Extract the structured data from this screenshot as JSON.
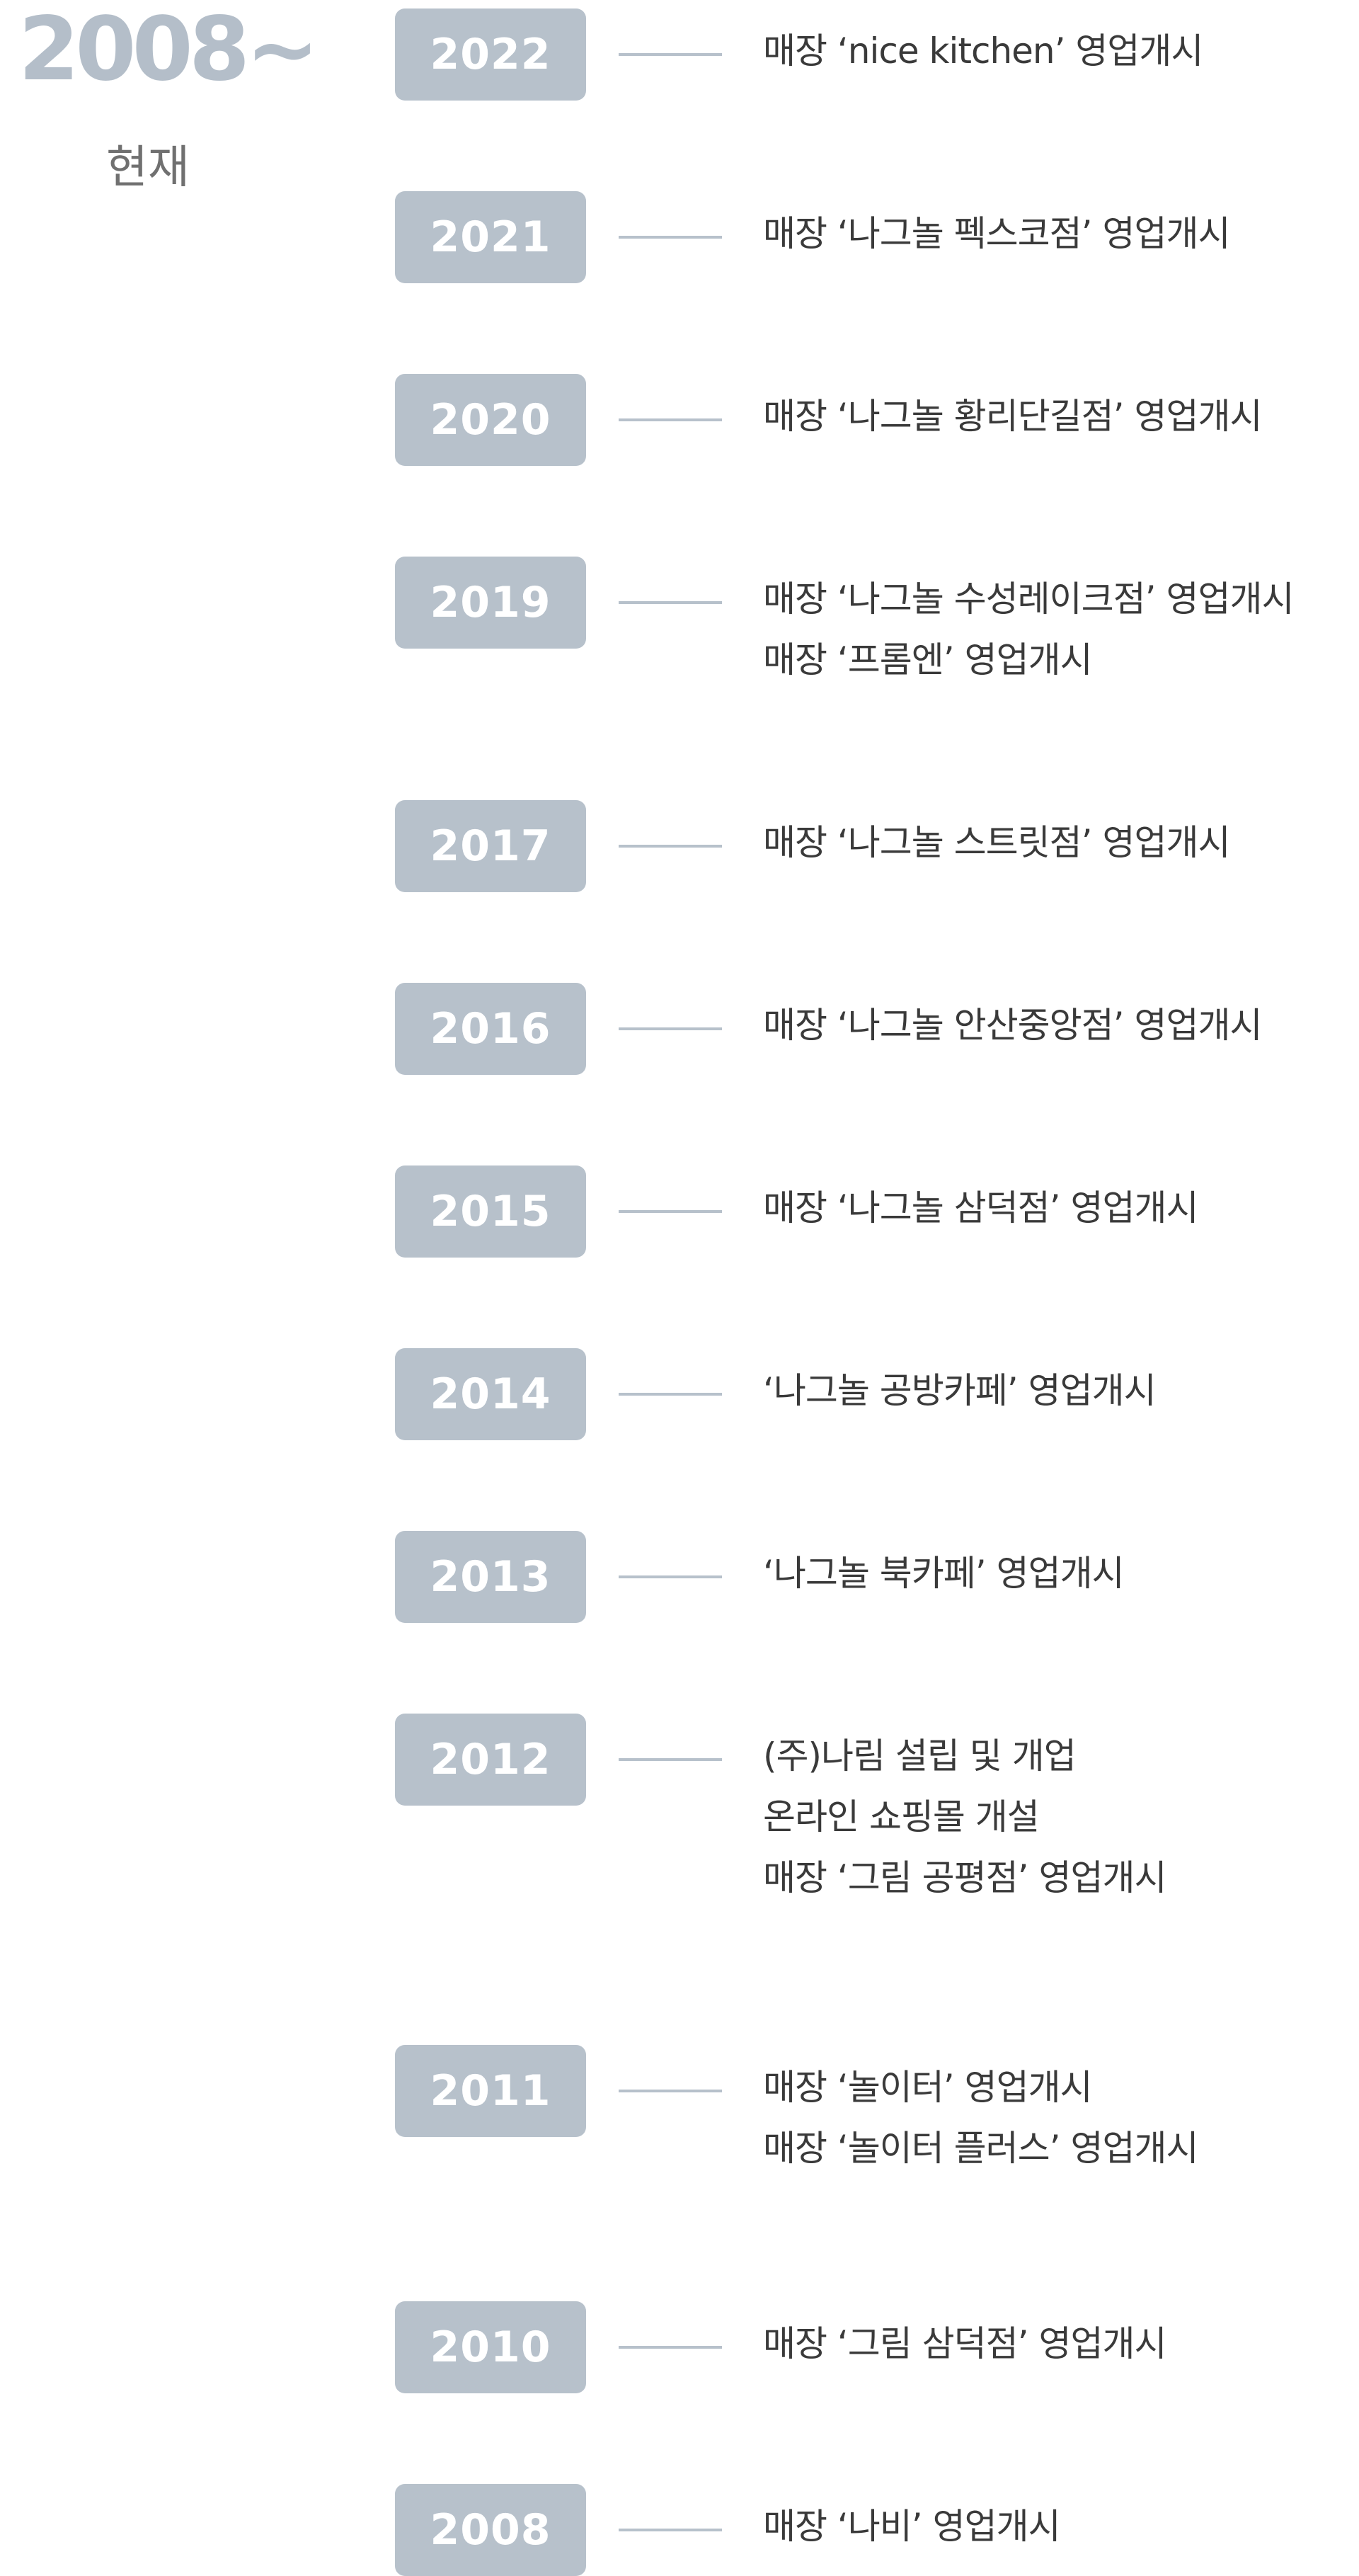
{
  "header": {
    "range": "2008~",
    "label": "현재"
  },
  "timeline": [
    {
      "year": "2022",
      "events": [
        "매장 ‘nice kitchen’ 영업개시"
      ]
    },
    {
      "year": "2021",
      "events": [
        "매장 ‘나그놀 펙스코점’ 영업개시"
      ]
    },
    {
      "year": "2020",
      "events": [
        "매장 ‘나그놀 황리단길점’ 영업개시"
      ]
    },
    {
      "year": "2019",
      "events": [
        "매장 ‘나그놀 수성레이크점’ 영업개시",
        "매장 ‘프롬엔’ 영업개시"
      ]
    },
    {
      "year": "2017",
      "events": [
        "매장 ‘나그놀 스트릿점’ 영업개시"
      ]
    },
    {
      "year": "2016",
      "events": [
        "매장 ‘나그놀 안산중앙점’ 영업개시"
      ]
    },
    {
      "year": "2015",
      "events": [
        "매장 ‘나그놀 삼덕점’ 영업개시"
      ]
    },
    {
      "year": "2014",
      "events": [
        "‘나그놀 공방카페’ 영업개시"
      ]
    },
    {
      "year": "2013",
      "events": [
        "‘나그놀 북카페’ 영업개시"
      ]
    },
    {
      "year": "2012",
      "events": [
        "(주)나림 설립 및 개업",
        "온라인 쇼핑몰 개설",
        "매장 ‘그림 공평점’ 영업개시"
      ]
    },
    {
      "year": "2011",
      "events": [
        "매장 ‘놀이터’ 영업개시",
        "매장 ‘놀이터 플러스’ 영업개시"
      ]
    },
    {
      "year": "2010",
      "events": [
        "매장 ‘그림 삼덕점’ 영업개시"
      ]
    },
    {
      "year": "2008",
      "events": [
        "매장 ‘나비’ 영업개시"
      ]
    }
  ]
}
